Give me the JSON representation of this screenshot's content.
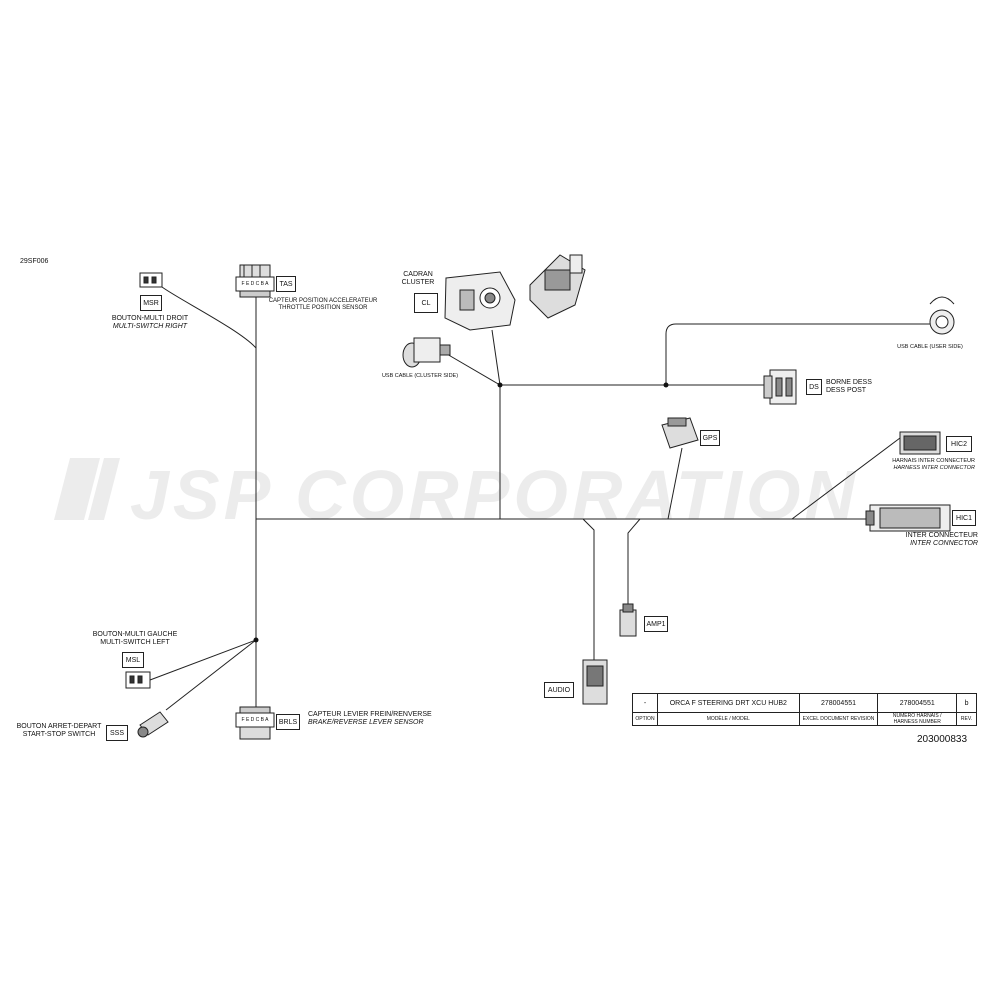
{
  "ref_code": "29SF006",
  "doc_number": "203000833",
  "watermark": "JSP CORPORATION",
  "components": {
    "msr": {
      "tag": "MSR",
      "label_fr": "BOUTON-MULTI DROIT",
      "label_en": "MULTI-SWITCH RIGHT"
    },
    "tas": {
      "tag": "TAS",
      "pins": "F E D C B A",
      "label_fr": "CAPTEUR POSITION ACCELERATEUR",
      "label_en": "THROTTLE POSITION SENSOR"
    },
    "cl": {
      "tag": "CL",
      "label_fr": "CADRAN",
      "label_en": "CLUSTER"
    },
    "usb_cluster": {
      "label": "USB CABLE (CLUSTER SIDE)"
    },
    "usb_user": {
      "label": "USB CABLE (USER SIDE)"
    },
    "ds": {
      "tag": "DS",
      "label_fr": "BORNE DESS",
      "label_en": "DESS POST"
    },
    "gps": {
      "tag": "GPS"
    },
    "hic2": {
      "tag": "HIC2",
      "label_fr": "HARNAIS INTER CONNECTEUR",
      "label_en": "HARNESS INTER CONNECTOR"
    },
    "hic1": {
      "tag": "HIC1",
      "label_fr": "INTER CONNECTEUR",
      "label_en": "INTER CONNECTOR"
    },
    "amp1": {
      "tag": "AMP1"
    },
    "audio": {
      "tag": "AUDIO"
    },
    "msl": {
      "tag": "MSL",
      "label_fr": "BOUTON-MULTI GAUCHE",
      "label_en": "MULTI-SWITCH LEFT"
    },
    "sss": {
      "tag": "SSS",
      "label_fr": "BOUTON ARRET-DEPART",
      "label_en": "START-STOP SWITCH"
    },
    "brls": {
      "tag": "BRLS",
      "pins": "F E D C B A",
      "label_fr": "CAPTEUR LEVIER FREIN/RENVERSE",
      "label_en": "BRAKE/REVERSE LEVER SENSOR"
    }
  },
  "title_block": {
    "option_value": "-",
    "model_value": "ORCA F STEERING DRT XCU HUB2",
    "excel_rev_value": "278004551",
    "harness_value": "278004551",
    "rev_value": "b",
    "option_label": "OPTION",
    "model_label": "MODÈLE / MODEL",
    "excel_rev_label": "EXCEL DOCUMENT REVISION",
    "harness_label": "NUMÉRO HARNAIS / HARNESS NUMBER",
    "rev_label": "REV."
  }
}
